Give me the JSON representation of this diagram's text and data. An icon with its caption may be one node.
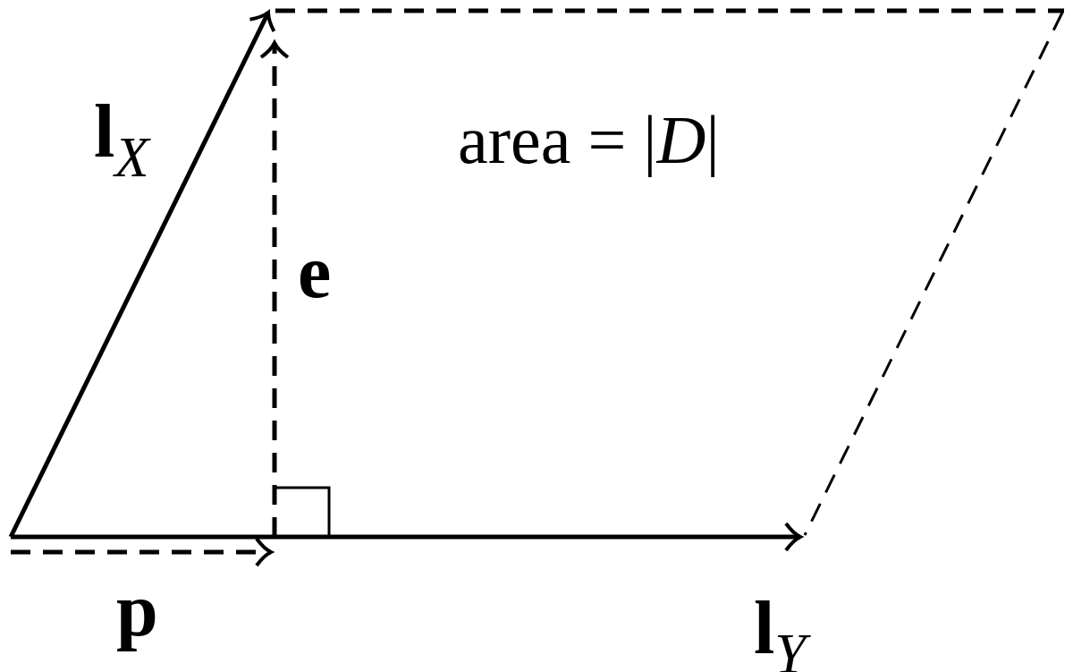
{
  "diagram": {
    "labels": [
      "**l**$_{X}$",
      "area = |*D*|",
      "**e**",
      "**p**",
      "**l**$_{Y}$"
    ]
  }
}
